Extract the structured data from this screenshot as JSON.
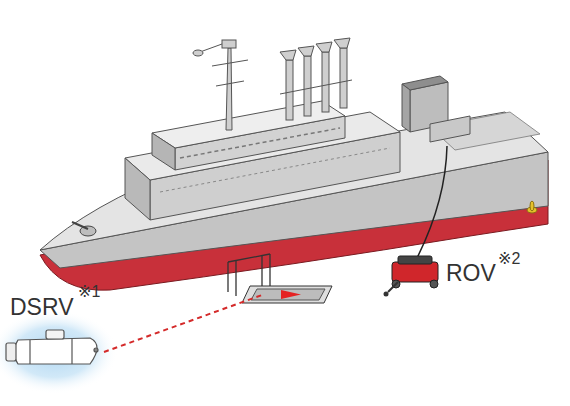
{
  "diagram": {
    "labels": [
      "DSRV",
      "※1",
      "ROV",
      "※2"
    ]
  }
}
